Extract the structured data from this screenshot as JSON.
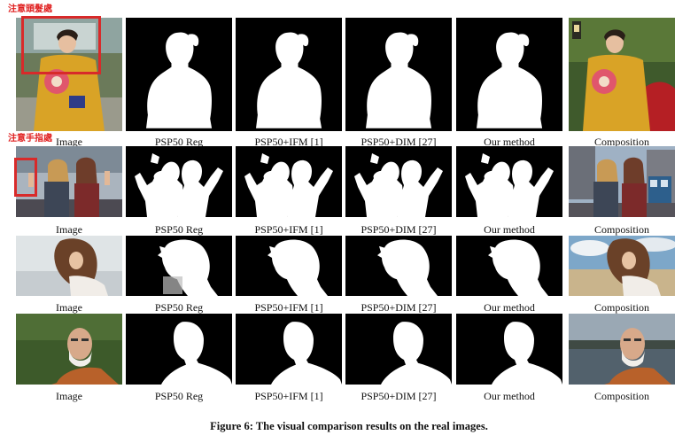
{
  "annotations": {
    "hair_note": "注意頭髮處",
    "hand_note": "注意手指處",
    "box_color": "#d82a2a"
  },
  "rows": [
    {
      "labels": [
        "Image",
        "PSP50 Reg",
        "PSP50+IFM [1]",
        "PSP50+DIM [27]",
        "Our method",
        "Composition"
      ],
      "subject": "woman in yellow kimono holding a fan",
      "composition_background": "garden with red bridge"
    },
    {
      "labels": [
        "Image",
        "PSP50 Reg",
        "PSP50+IFM [1]",
        "PSP50+DIM [27]",
        "Our method",
        "Composition"
      ],
      "subject": "two women waving on a street",
      "composition_background": "city street with tram"
    },
    {
      "labels": [
        "Image",
        "PSP50 Reg",
        "PSP50+IFM [1]",
        "PSP50+DIM [27]",
        "Our method",
        "Composition"
      ],
      "subject": "woman with curly hair at the beach",
      "composition_background": "sandy beach with clouds"
    },
    {
      "labels": [
        "Image",
        "PSP50 Reg",
        "PSP50+IFM [1]",
        "PSP50+DIM [27]",
        "Our method",
        "Composition"
      ],
      "subject": "elderly man with white beard",
      "composition_background": "lake with cloudy sky"
    }
  ],
  "caption": {
    "prefix": "Figure 6:",
    "text": "The visual comparison results on the real images."
  }
}
